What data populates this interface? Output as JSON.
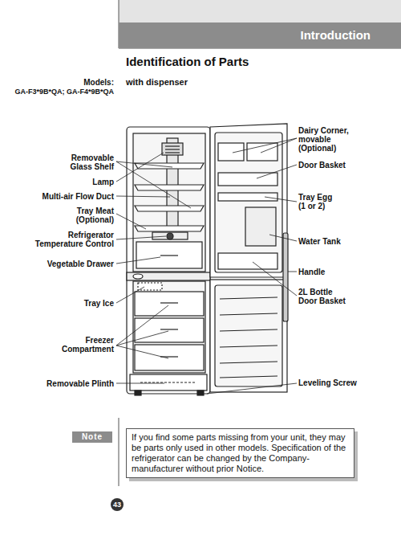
{
  "diagram": {
    "title": "Identification of Parts",
    "nodes": [
      {
        "text": [
          "Introduction"
        ]
      },
      {
        "text": [
          "Note",
          "If you find some parts missing from your unit, they may be parts only used in other models. Specification of the refrigerator can be changed by the Company-manufacturer without prior Notice."
        ]
      },
      {
        "text": [
          "43"
        ]
      }
    ],
    "labels": [
      "Models:",
      "GA-F3*9B*QA; GA-F4*9B*QA",
      "with dispenser",
      "Removable Glass Shelf",
      "Lamp",
      "Multi-air Flow Duct",
      "Tray Meat (Optional)",
      "Refrigerator Temperature Control",
      "Vegetable Drawer",
      "Tray Ice",
      "Freezer Compartment",
      "Removable Plinth",
      "Dairy Corner, movable (Optional)",
      "Door Basket",
      "Tray Egg (1 or 2)",
      "Water Tank",
      "Handle",
      "2L Bottle Door Basket",
      "Leveling Screw"
    ]
  }
}
